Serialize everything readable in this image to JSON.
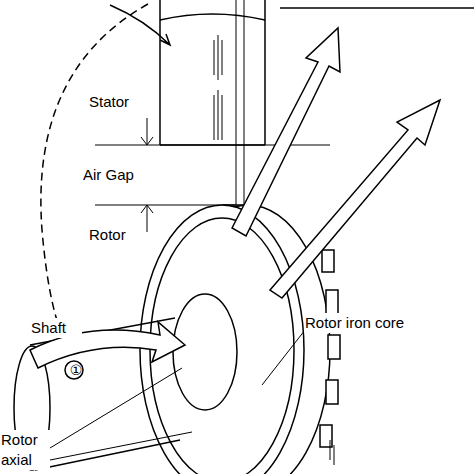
{
  "diagram": {
    "labels": [
      "Stator",
      "Air Gap",
      "Rotor",
      "Shaft",
      "①",
      "Rotor iron core",
      "Rotor axial"
    ]
  }
}
